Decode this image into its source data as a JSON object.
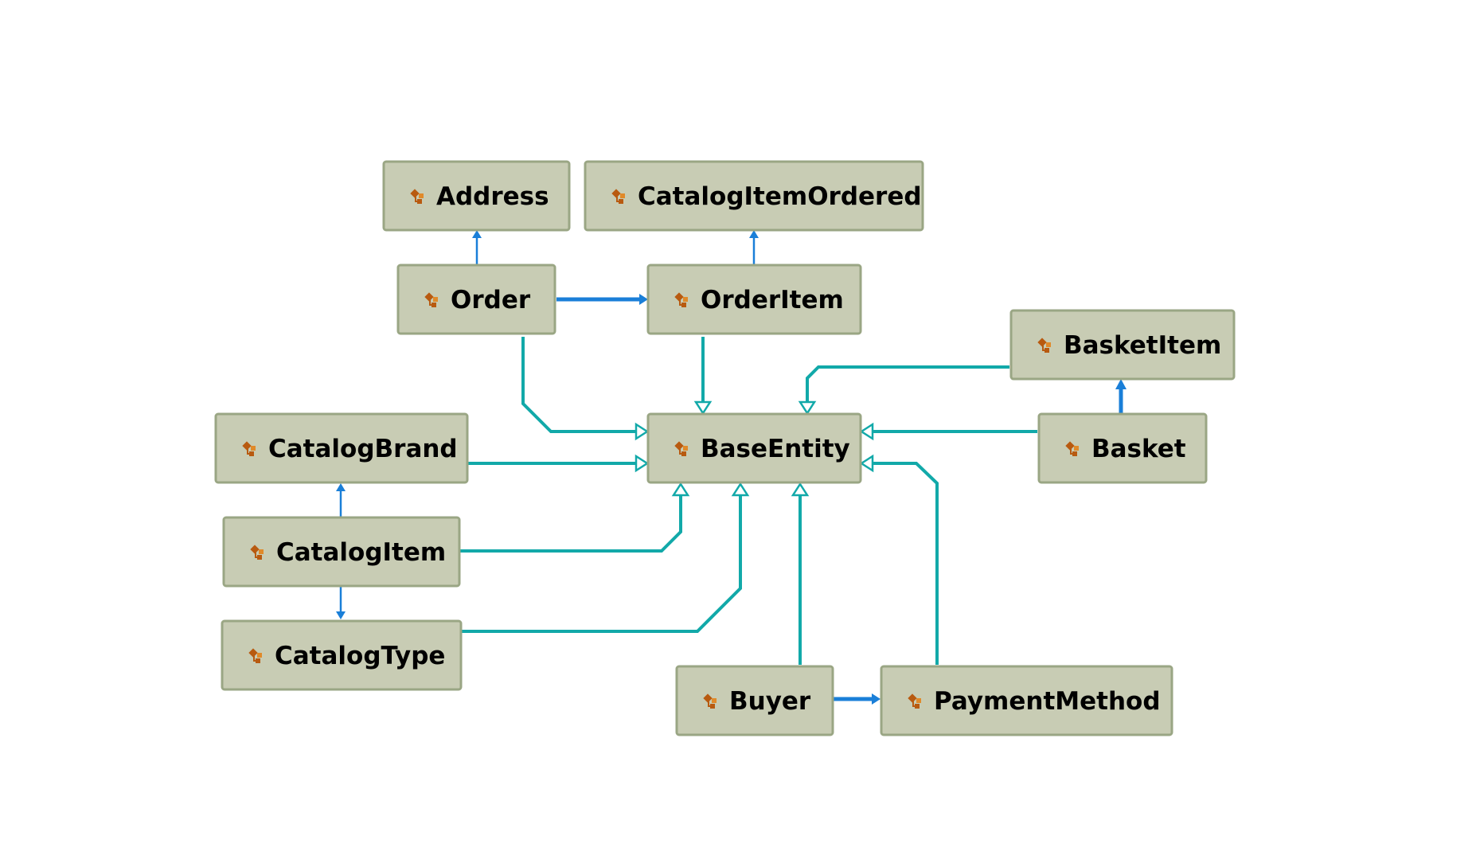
{
  "diagram": {
    "nodes": {
      "address": {
        "label": "Address"
      },
      "catalog_item_ordered": {
        "label": "CatalogItemOrdered"
      },
      "order": {
        "label": "Order"
      },
      "order_item": {
        "label": "OrderItem"
      },
      "basket_item": {
        "label": "BasketItem"
      },
      "catalog_brand": {
        "label": "CatalogBrand"
      },
      "base_entity": {
        "label": "BaseEntity"
      },
      "basket": {
        "label": "Basket"
      },
      "catalog_item": {
        "label": "CatalogItem"
      },
      "catalog_type": {
        "label": "CatalogType"
      },
      "buyer": {
        "label": "Buyer"
      },
      "payment_method": {
        "label": "PaymentMethod"
      }
    },
    "node_icon": "class-icon",
    "edges": {
      "inheritance": [
        {
          "from": "Order",
          "to": "BaseEntity"
        },
        {
          "from": "OrderItem",
          "to": "BaseEntity"
        },
        {
          "from": "BasketItem",
          "to": "BaseEntity"
        },
        {
          "from": "Basket",
          "to": "BaseEntity"
        },
        {
          "from": "CatalogBrand",
          "to": "BaseEntity"
        },
        {
          "from": "CatalogItem",
          "to": "BaseEntity"
        },
        {
          "from": "CatalogType",
          "to": "BaseEntity"
        },
        {
          "from": "Buyer",
          "to": "BaseEntity"
        },
        {
          "from": "PaymentMethod",
          "to": "BaseEntity"
        }
      ],
      "association": [
        {
          "from": "Order",
          "to": "Address"
        },
        {
          "from": "Order",
          "to": "OrderItem"
        },
        {
          "from": "OrderItem",
          "to": "CatalogItemOrdered"
        },
        {
          "from": "Basket",
          "to": "BasketItem"
        },
        {
          "from": "CatalogItem",
          "to": "CatalogBrand"
        },
        {
          "from": "CatalogItem",
          "to": "CatalogType"
        },
        {
          "from": "Buyer",
          "to": "PaymentMethod"
        }
      ]
    },
    "colors": {
      "node_fill": "#c8ccb4",
      "node_border": "#9aa684",
      "inheritance": "#12a9a9",
      "association": "#1a7fd8",
      "icon": "#b85a10"
    }
  }
}
